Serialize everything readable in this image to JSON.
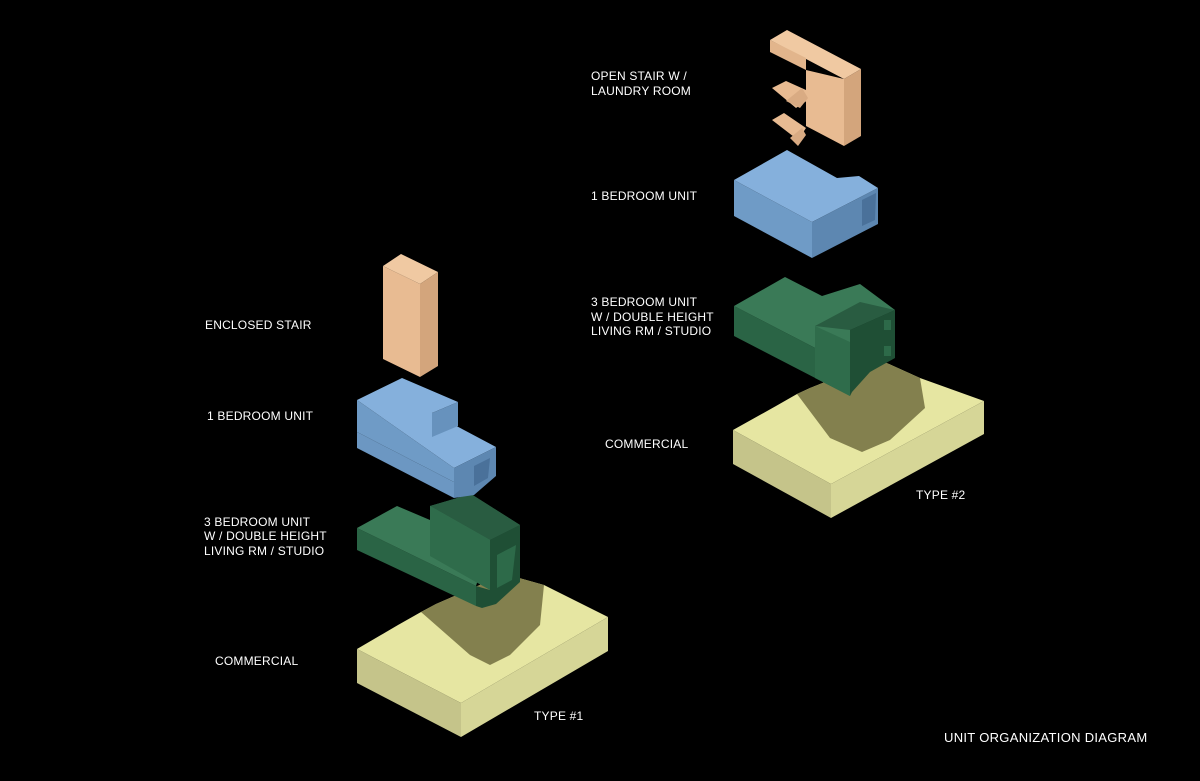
{
  "diagram": {
    "title": "UNIT ORGANIZATION DIAGRAM",
    "colors": {
      "background": "#000000",
      "stair": "#e8bb92",
      "one_bedroom": "#7aa6d2",
      "three_bedroom": "#2d6a49",
      "commercial": "#e6e6a2",
      "label": "#ffffff"
    },
    "type1": {
      "caption": "TYPE #1",
      "labels": {
        "stair": "ENCLOSED STAIR",
        "one_bedroom": "1 BEDROOM UNIT",
        "three_bedroom_line1": "3 BEDROOM UNIT",
        "three_bedroom_line2": "W / DOUBLE HEIGHT",
        "three_bedroom_line3": "LIVING RM / STUDIO",
        "commercial": "COMMERCIAL"
      }
    },
    "type2": {
      "caption": "TYPE #2",
      "labels": {
        "stair_line1": "OPEN STAIR W /",
        "stair_line2": "LAUNDRY ROOM",
        "one_bedroom": "1 BEDROOM UNIT",
        "three_bedroom_line1": "3 BEDROOM UNIT",
        "three_bedroom_line2": "W / DOUBLE HEIGHT",
        "three_bedroom_line3": "LIVING RM  / STUDIO",
        "commercial": "COMMERCIAL"
      }
    }
  }
}
